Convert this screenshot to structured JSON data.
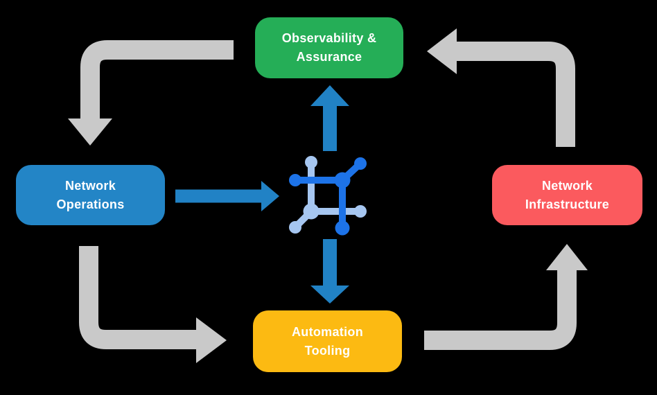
{
  "diagram": {
    "background_color": "#000000",
    "nodes": [
      {
        "id": "observability-assurance",
        "lines": [
          "Observability &",
          "Assurance"
        ],
        "color": "#25ae57",
        "text_color": "#ffffff"
      },
      {
        "id": "network-operations",
        "lines": [
          "Network",
          "Operations"
        ],
        "color": "#2385c6",
        "text_color": "#ffffff"
      },
      {
        "id": "network-infrastructure",
        "lines": [
          "Network",
          "Infrastructure"
        ],
        "color": "#fb5a5e",
        "text_color": "#ffffff"
      },
      {
        "id": "automation-tooling",
        "lines": [
          "Automation",
          "Tooling"
        ],
        "color": "#fcba12",
        "text_color": "#ffffff"
      }
    ],
    "center_icon": {
      "name": "network-mesh-icon",
      "primary_color": "#1d73e8",
      "secondary_color": "#a6c6f0"
    },
    "arrows": {
      "blue_color": "#2182c5",
      "gray_color": "#c9c9c9",
      "blue_flows": [
        "network-operations -> center-icon",
        "center-icon -> observability-assurance",
        "center-icon -> automation-tooling"
      ],
      "gray_flows": [
        "observability-assurance -> network-operations",
        "network-operations -> automation-tooling",
        "automation-tooling -> network-infrastructure",
        "network-infrastructure -> observability-assurance"
      ]
    }
  }
}
